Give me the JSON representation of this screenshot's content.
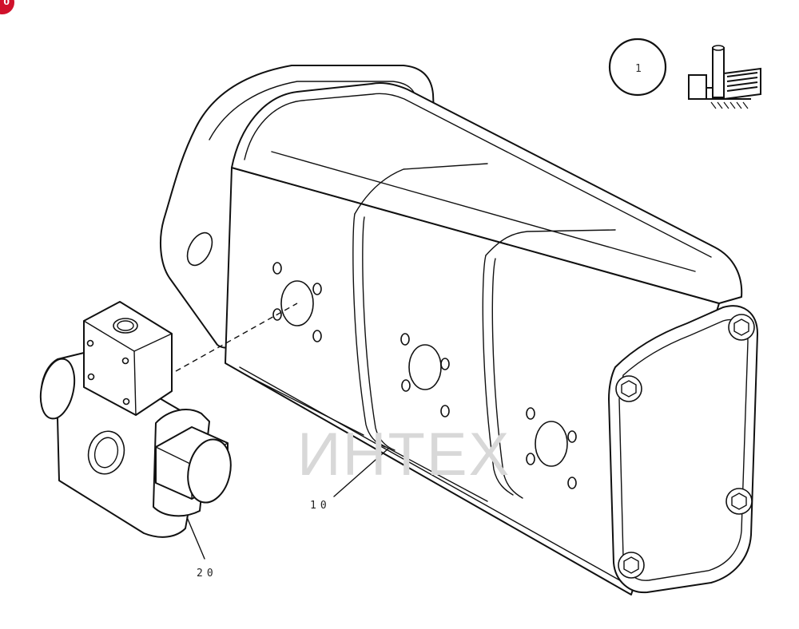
{
  "corner_badge": "0",
  "watermark": {
    "text": "ИНТЕХ",
    "color": "#f4b9bd"
  },
  "legend": {
    "circle_symbol": "1"
  },
  "parts": [
    {
      "ref": "10",
      "description": ""
    },
    {
      "ref": "20",
      "description": ""
    }
  ],
  "colors": {
    "line": "#111111",
    "watermark_gear": "#f6c3c7",
    "watermark_text": "#d8d8d8",
    "badge": "#d0112b"
  }
}
